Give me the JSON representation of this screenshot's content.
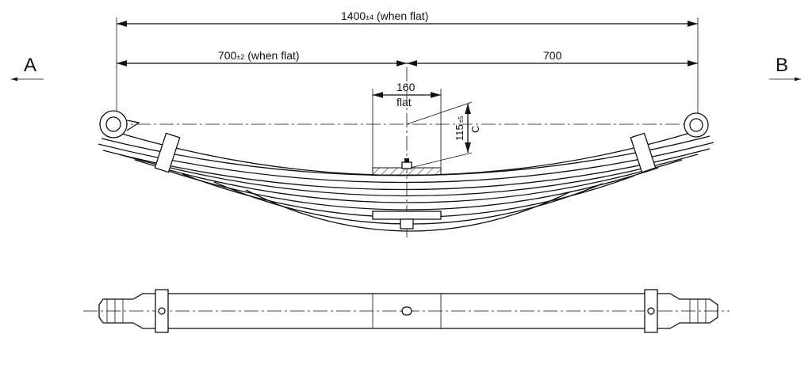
{
  "view_labels": {
    "left": "A",
    "right": "B"
  },
  "dimensions": {
    "overall": {
      "value": "1400",
      "tolerance": "±4",
      "note": "(when flat)"
    },
    "half_left": {
      "value": "700",
      "tolerance": "±2",
      "note": "(when flat)"
    },
    "half_right": {
      "value": "700"
    },
    "center_clamp": {
      "value": "160",
      "note": "flat"
    },
    "camber": {
      "value": "115",
      "tolerance": "±5",
      "label": "C"
    }
  }
}
